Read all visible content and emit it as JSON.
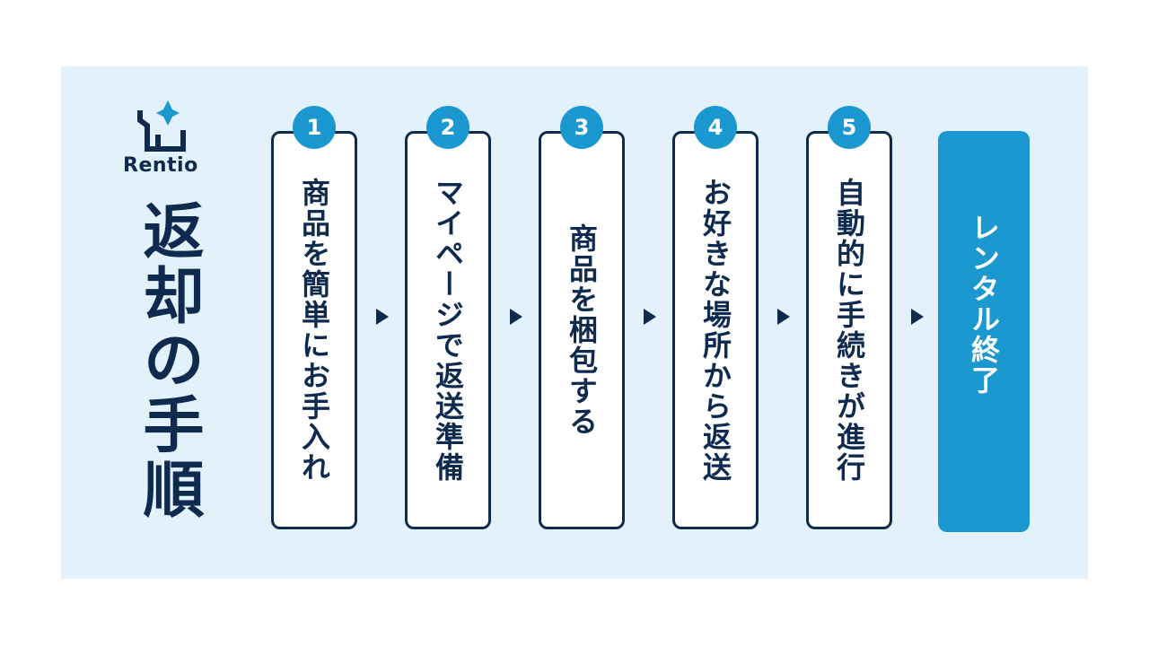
{
  "brand": {
    "name": "Rentio",
    "logo_icon": "house-sparkle-icon",
    "colors": {
      "navy": "#0e2a4e",
      "blue": "#1a98cf",
      "background": "#e3f1fa"
    }
  },
  "title": "返却の手順",
  "steps": [
    {
      "number": "1",
      "label": "商品を簡単にお手入れ"
    },
    {
      "number": "2",
      "label": "マイページで返送準備"
    },
    {
      "number": "3",
      "label": "商品を梱包する"
    },
    {
      "number": "4",
      "label": "お好きな場所から返送"
    },
    {
      "number": "5",
      "label": "自動的に手続きが進行"
    }
  ],
  "final_step": {
    "label": "レンタル終了"
  },
  "arrow_icon": "triangle-right-icon"
}
